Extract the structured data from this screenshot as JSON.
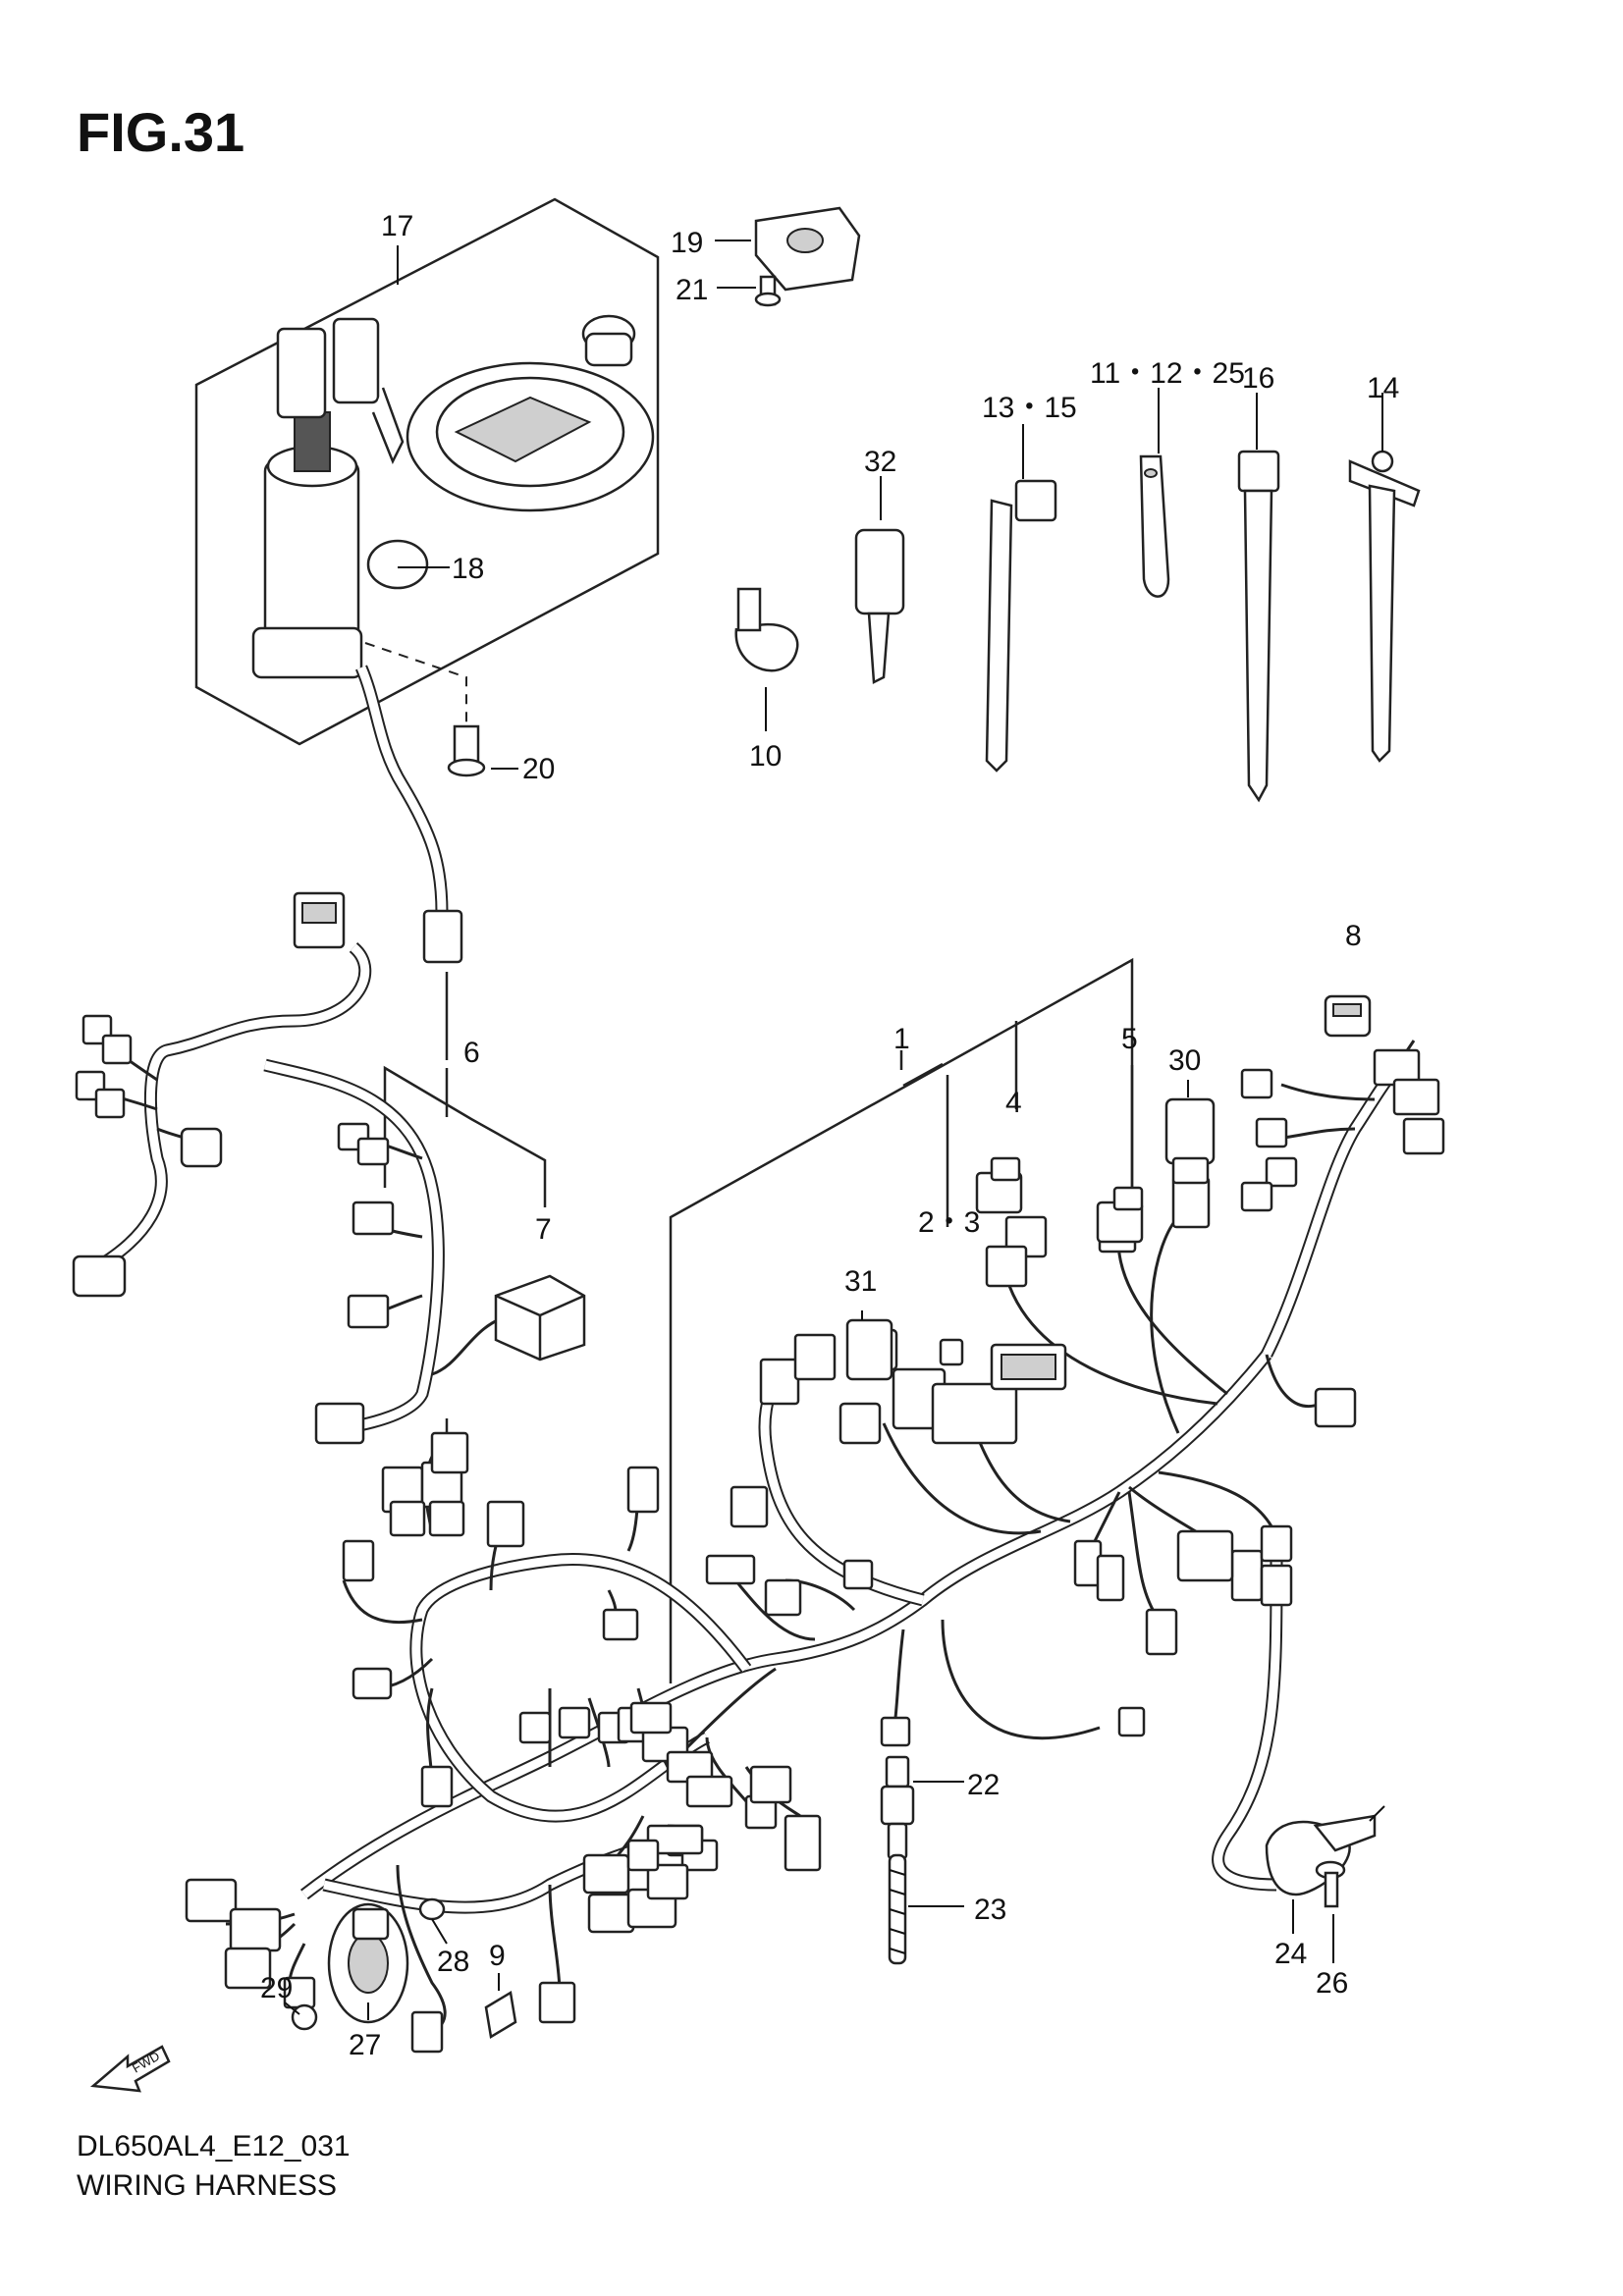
{
  "figure": {
    "title": "FIG.31",
    "code": "DL650AL4_E12_031",
    "name": "WIRING HARNESS",
    "fwd_label": "FWD"
  },
  "callouts": {
    "c1": "1",
    "c2_3": "2・3",
    "c4": "4",
    "c5": "5",
    "c6": "6",
    "c7": "7",
    "c8": "8",
    "c9": "9",
    "c10": "10",
    "c11_12_25": "11・12・25",
    "c13_15": "13・15",
    "c14": "14",
    "c16": "16",
    "c17": "17",
    "c18": "18",
    "c19": "19",
    "c20": "20",
    "c21": "21",
    "c22": "22",
    "c23": "23",
    "c24": "24",
    "c26": "26",
    "c27": "27",
    "c28": "28",
    "c29": "29",
    "c30": "30",
    "c31": "31",
    "c32": "32"
  }
}
